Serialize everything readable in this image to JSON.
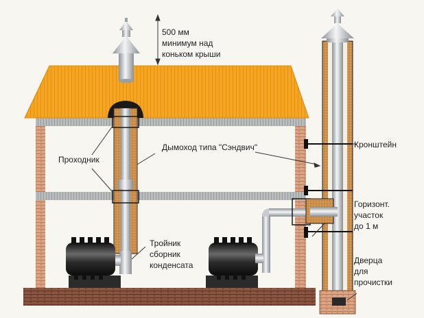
{
  "diagram": {
    "subject": "Chimney installation schematic (sandwich chimney)",
    "colors": {
      "roof": "#f5a31f",
      "brick": "#c98e6a",
      "insulation": "#c98c45",
      "pipe": "#c8ccd0",
      "ground": "#7a4a36",
      "stove": "#232323",
      "background": "#f7f6f1"
    },
    "labels": {
      "height_note": [
        "500 мм",
        "минимум над",
        "коньком крыши"
      ],
      "pass_through": "Проходник",
      "sandwich_chimney": "Дымоход типа \"Сэндвич\"",
      "bracket": "Кронштейн",
      "horizontal_section": [
        "Горизонт.",
        "участок",
        "до 1 м"
      ],
      "tee_condensate": [
        "Тройник",
        "сборник",
        "конденсата"
      ],
      "cleaning_door": [
        "Дверца",
        "для",
        "прочистки"
      ]
    }
  }
}
